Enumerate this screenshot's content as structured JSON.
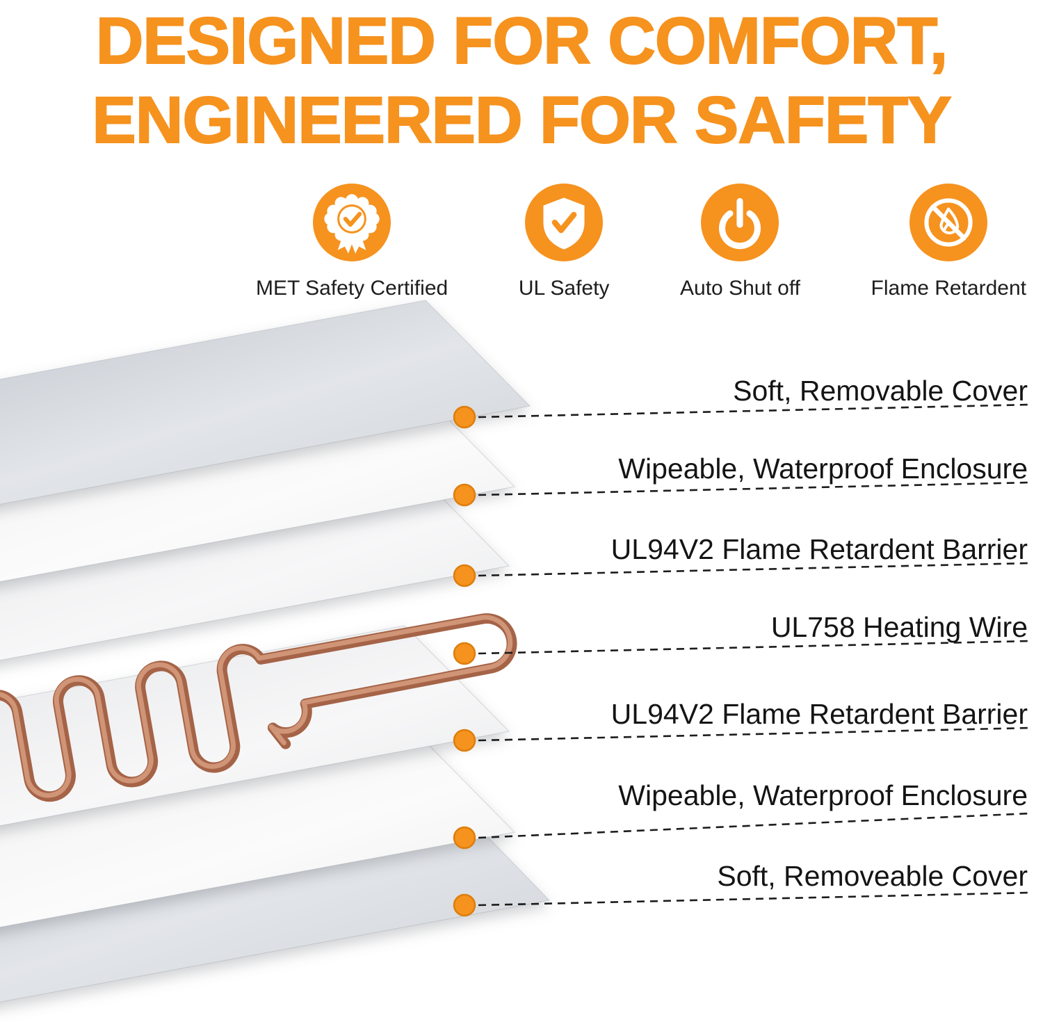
{
  "colors": {
    "accent": "#F6921E",
    "accent-dark": "#DD7E0B",
    "text": "#141414",
    "wire_dark": "#A56347",
    "wire_light": "#D09476"
  },
  "header": {
    "line1": "DESIGNED FOR COMFORT,",
    "line2": "ENGINEERED FOR SAFETY"
  },
  "badges": [
    {
      "label": "MET Safety Certified",
      "icon": "met-certified-icon"
    },
    {
      "label": "UL Safety",
      "icon": "ul-shield-check-icon"
    },
    {
      "label": "Auto Shut off",
      "icon": "power-icon"
    },
    {
      "label": "Flame Retardent",
      "icon": "no-flame-icon"
    }
  ],
  "layers": [
    {
      "label": "Soft, Removable Cover"
    },
    {
      "label": "Wipeable, Waterproof Enclosure"
    },
    {
      "label": "UL94V2 Flame Retardent Barrier"
    },
    {
      "label": "UL758 Heating Wire"
    },
    {
      "label": "UL94V2 Flame Retardent Barrier"
    },
    {
      "label": "Wipeable, Waterproof Enclosure"
    },
    {
      "label": "Soft, Removeable Cover"
    }
  ]
}
